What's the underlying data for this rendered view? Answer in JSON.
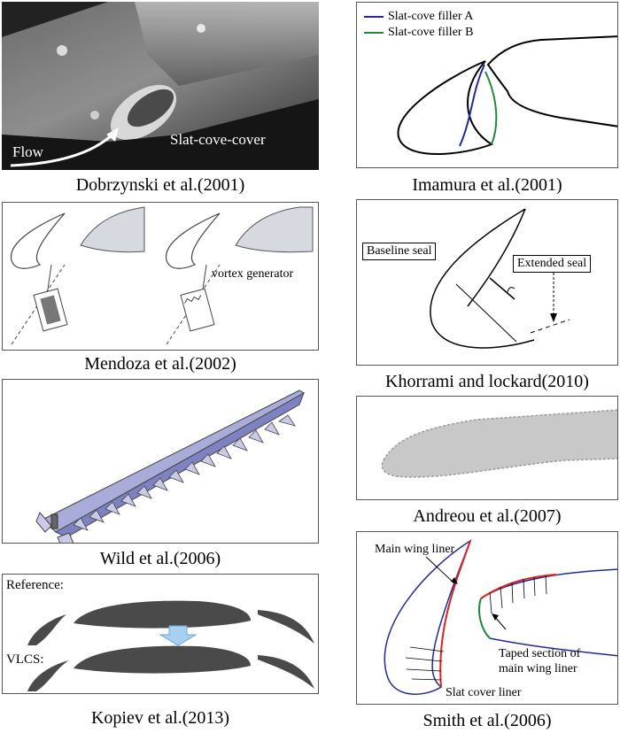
{
  "panels": {
    "dobrzynski": {
      "caption": "Dobrzynski et al.(2001)",
      "flow_label": "Flow",
      "cover_label": "Slat-cove-cover"
    },
    "imamura": {
      "caption": "Imamura et al.(2001)",
      "legend": [
        {
          "label": "Slat-cove filler A",
          "color": "#1f2a9c"
        },
        {
          "label": "Slat-cove filler B",
          "color": "#1f8a3c"
        }
      ]
    },
    "mendoza": {
      "caption": "Mendoza et al.(2002)",
      "vortex_label": "vortex generator"
    },
    "khorrami": {
      "caption": "Khorrami and lockard(2010)",
      "baseline_label": "Baseline seal",
      "extended_label": "Extended seal"
    },
    "wild": {
      "caption": "Wild et al.(2006)"
    },
    "andreou": {
      "caption": "Andreou et al.(2007)"
    },
    "kopiev": {
      "caption": "Kopiev et al.(2013)",
      "reference_label": "Reference:",
      "vlcs_label": "VLCS:"
    },
    "smith": {
      "caption": "Smith et al.(2006)",
      "main_wing_label": "Main wing liner",
      "taped_label_1": "Taped section of",
      "taped_label_2": "main wing liner",
      "slat_cover_label": "Slat cover liner"
    }
  }
}
